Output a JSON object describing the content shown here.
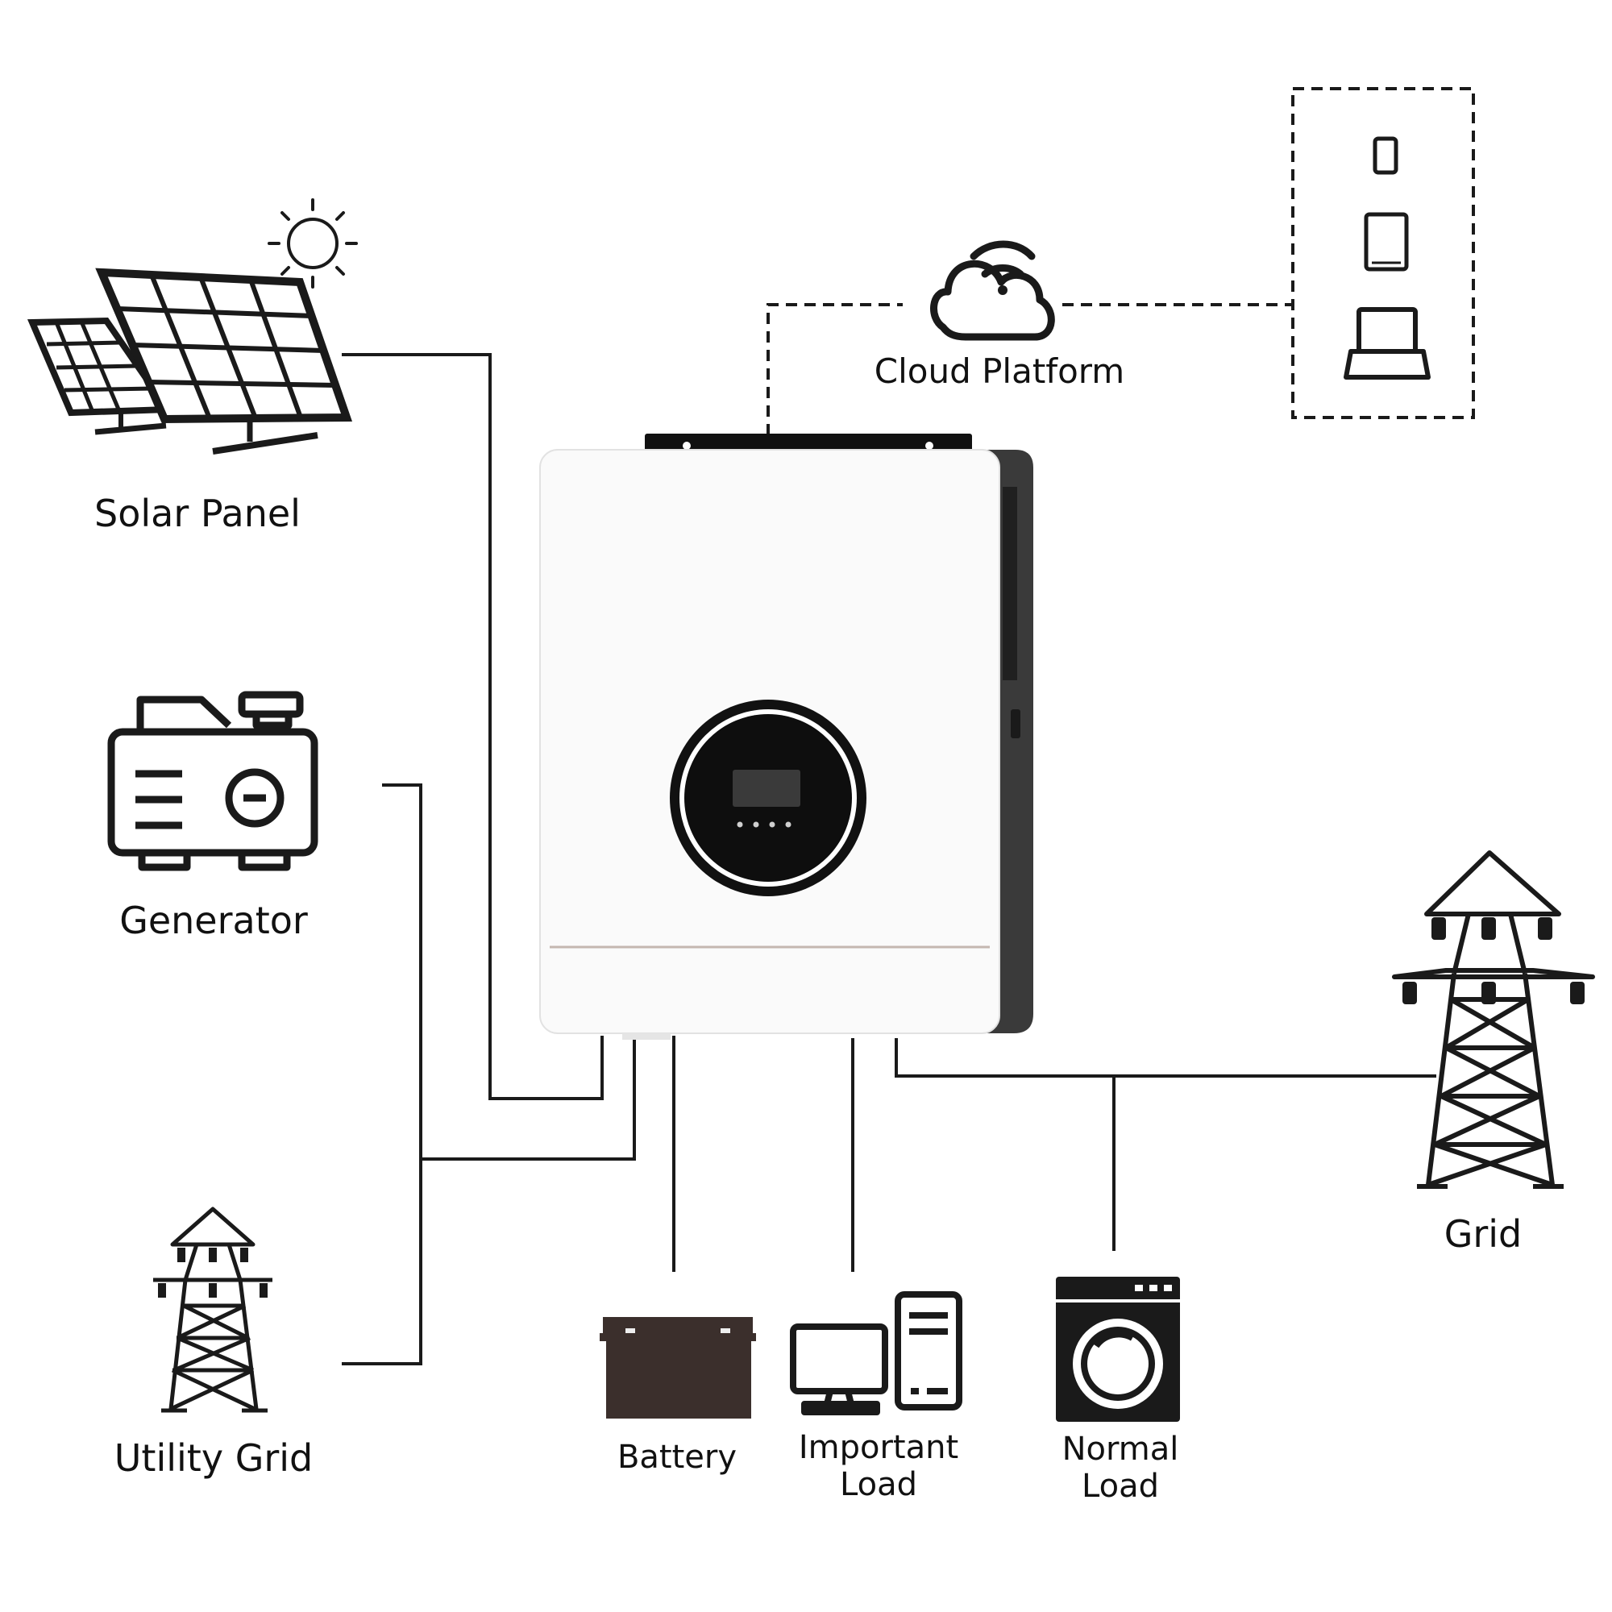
{
  "labels": {
    "solar_panel": "Solar Panel",
    "generator": "Generator",
    "utility_grid": "Utility Grid",
    "battery": "Battery",
    "important_load_line1": "Important",
    "important_load_line2": "Load",
    "normal_load_line1": "Normal",
    "normal_load_line2": "Load",
    "grid": "Grid",
    "cloud_platform": "Cloud Platform"
  },
  "colors": {
    "line": "#1a1a1a",
    "inverter_body": "#fafafa",
    "inverter_side": "#3a3a3a",
    "display": "#0e0e0e",
    "battery": "#3b2f2c"
  },
  "icons": {
    "sun": "sun-icon",
    "solar": "solar-panel-icon",
    "generator": "generator-icon",
    "utility_tower": "transmission-tower-icon",
    "grid_tower": "transmission-tower-icon",
    "battery": "battery-icon",
    "computer": "desktop-computer-icon",
    "washer": "washing-machine-icon",
    "cloud": "cloud-wifi-icon",
    "phone": "smartphone-icon",
    "tablet": "tablet-icon",
    "laptop": "laptop-icon"
  }
}
